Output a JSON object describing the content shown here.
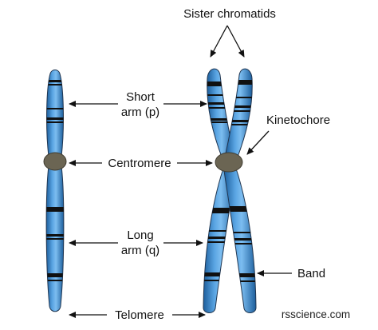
{
  "diagram": {
    "labels": {
      "sister_chromatids": "Sister chromatids",
      "short_arm_line1": "Short",
      "short_arm_line2": "arm (p)",
      "kinetochore": "Kinetochore",
      "centromere": "Centromere",
      "long_arm_line1": "Long",
      "long_arm_line2": "arm (q)",
      "band": "Band",
      "telomere": "Telomere"
    },
    "watermark": "rsscience.com",
    "colors": {
      "chromatid_light": "#6fb2ea",
      "chromatid_dark": "#1c5e9c",
      "band": "#101010",
      "centromere": "#6b6553",
      "outline": "#1f3550",
      "arrow": "#111111"
    }
  }
}
